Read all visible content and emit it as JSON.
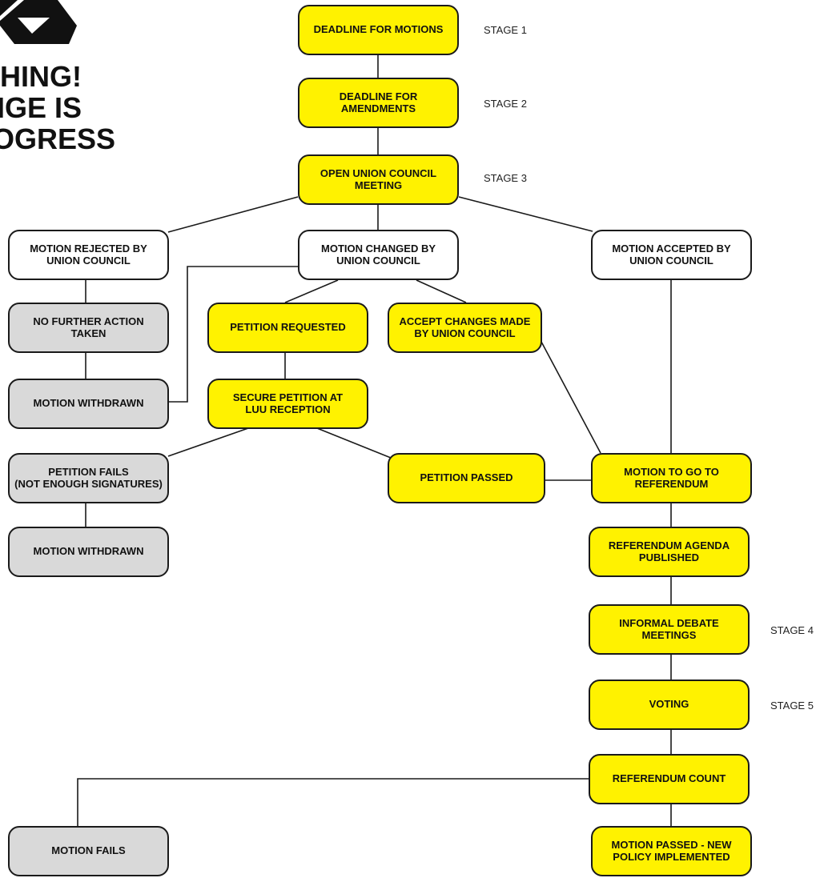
{
  "nodes": {
    "deadline_motions": "DEADLINE FOR MOTIONS",
    "deadline_amendments": "DEADLINE FOR\nAMENDMENTS",
    "open_council": "OPEN UNION COUNCIL\nMEETING",
    "rejected": "MOTION REJECTED BY\nUNION COUNCIL",
    "changed": "MOTION CHANGED BY\nUNION COUNCIL",
    "accepted": "MOTION ACCEPTED BY\nUNION COUNCIL",
    "no_further": "NO FURTHER ACTION\nTAKEN",
    "petition_requested": "PETITION REQUESTED",
    "accept_changes": "ACCEPT CHANGES MADE\nBY UNION COUNCIL",
    "withdrawn_1": "MOTION WITHDRAWN",
    "secure_petition": "SECURE PETITION AT\nLUU RECEPTION",
    "petition_fails": "PETITION FAILS\n(NOT ENOUGH SIGNATURES)",
    "petition_passed": "PETITION PASSED",
    "to_referendum": "MOTION TO GO TO\nREFERENDUM",
    "withdrawn_2": "MOTION WITHDRAWN",
    "agenda_published": "REFERENDUM AGENDA\nPUBLISHED",
    "debate_meetings": "INFORMAL DEBATE\nMEETINGS",
    "voting": "VOTING",
    "referendum_count": "REFERENDUM COUNT",
    "motion_fails": "MOTION  FAILS",
    "motion_passed": "MOTION PASSED - NEW\nPOLICY IMPLEMENTED"
  },
  "stages": {
    "stage1": "STAGE 1",
    "stage2": "STAGE 2",
    "stage3": "STAGE 3",
    "stage4": "STAGE 4",
    "stage5": "STAGE 5"
  },
  "logo": {
    "line1": "HING!",
    "line2": "IGE IS",
    "line3": "OGRESS"
  },
  "colors": {
    "yellow": "#fff200",
    "grey": "#d9d9d9",
    "outline": "#1a1a1a"
  }
}
